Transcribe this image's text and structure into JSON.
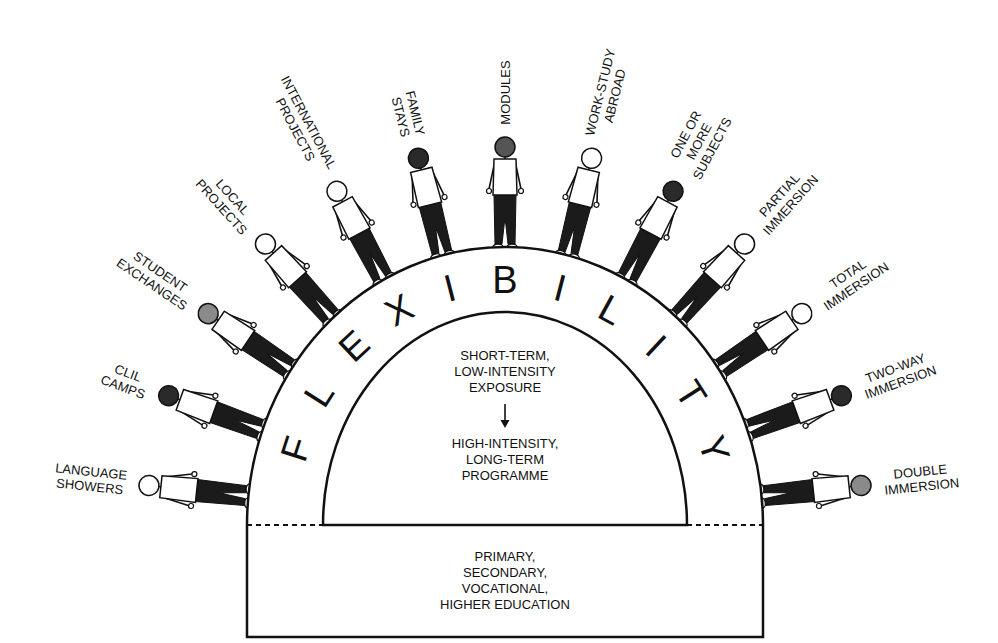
{
  "diagram": {
    "nodes": [
      {
        "text": [
          "FLEXIBILITY"
        ]
      },
      {
        "text": [
          "SHORT-TERM, LOW-INTENSITY EXPOSURE",
          "HIGH-INTENSITY, LONG-TERM PROGRAMME"
        ],
        "in": 0
      },
      {
        "text": [
          "PRIMARY, SECONDARY, VOCATIONAL, HIGHER EDUCATION"
        ]
      }
    ],
    "labels": [
      "LANGUAGE SHOWERS",
      "CLIL CAMPS",
      "STUDENT EXCHANGES",
      "LOCAL PROJECTS",
      "INTERNATIONAL PROJECTS",
      "FAMILY STAYS",
      "MODULES",
      "WORK-STUDY ABROAD",
      "ONE OR MORE SUBJECTS",
      "PARTIAL IMMERSION",
      "TOTAL IMMERSION",
      "TWO-WAY IMMERSION",
      "DOUBLE IMMERSION"
    ]
  }
}
